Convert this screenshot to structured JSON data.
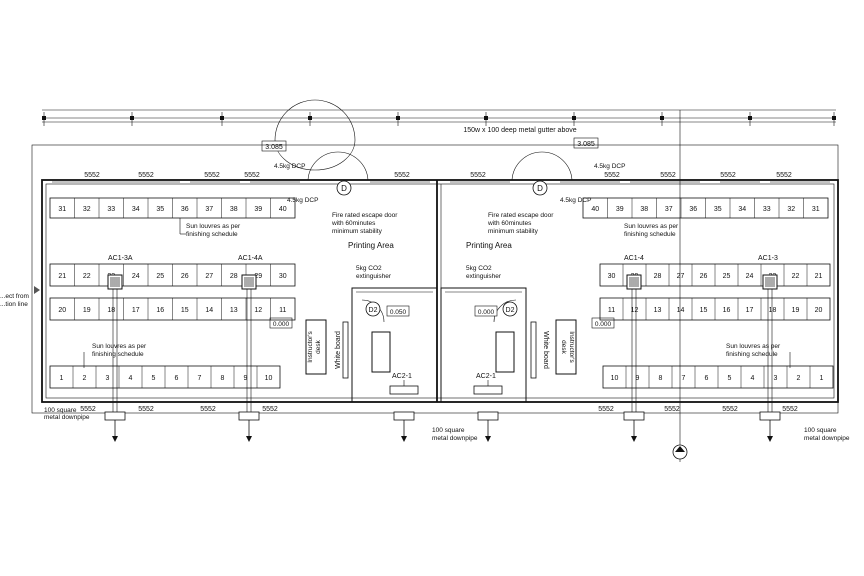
{
  "dims": {
    "left": "3.085",
    "right": "3.085"
  },
  "gutter_note": "150w x 100 deep metal gutter above",
  "window_code": "5552",
  "escape_door_left": "Fire rated escape door\nwith 60minutes\nminimum stability",
  "escape_door_right": "Fire rated escape door\nwith 60minutes\nminimum stability",
  "door_tag": "D",
  "door_tag_2": "D2",
  "dcp": "4.5kg\nDCP",
  "dcp_small": "4.5kg DCP",
  "room_name": "Printing Area",
  "co2_left": "5kg CO2\nextinguisher",
  "co2_right": "5kg CO2\nextinguisher",
  "whiteboard": "White board",
  "instructor_desk": "Instructor's\ndesk",
  "louvres_top_left": "Sun louvres as per\nfinishing schedule",
  "louvres_top_right": "Sun louvres as per\nfinishing schedule",
  "louvres_bottom_left": "Sun louvres as per\nfinishing schedule",
  "louvres_bottom_right": "Sun louvres as per\nfinishing schedule",
  "level_tag": "0.000",
  "level_tag_center": "0.050",
  "ac_left_a": "AC1-3A",
  "ac_left_b": "AC1-4A",
  "ac_right_a": "AC1-4",
  "ac_right_b": "AC1-3",
  "ac_center_left": "AC2-1",
  "ac_center_right": "AC2-1",
  "downpipe_left": "100 square\nmetal downpipe",
  "downpipe_center": "100 square\nmetal downpipe",
  "downpipe_right": "100 square\nmetal downpipe",
  "connection_note": "...ect from\n...tion line",
  "left_rows": {
    "top": [
      "31",
      "32",
      "33",
      "34",
      "35",
      "36",
      "37",
      "38",
      "39",
      "40"
    ],
    "mid_a": [
      "21",
      "22",
      "23",
      "24",
      "25",
      "26",
      "27",
      "28",
      "29",
      "30"
    ],
    "mid_b": [
      "20",
      "19",
      "18",
      "17",
      "16",
      "15",
      "14",
      "13",
      "12",
      "11"
    ],
    "bottom": [
      "1",
      "2",
      "3",
      "4",
      "5",
      "6",
      "7",
      "8",
      "9",
      "10"
    ]
  },
  "right_rows": {
    "top": [
      "40",
      "39",
      "38",
      "37",
      "36",
      "35",
      "34",
      "33",
      "32",
      "31"
    ],
    "mid_a": [
      "30",
      "29",
      "28",
      "27",
      "26",
      "25",
      "24",
      "23",
      "22",
      "21"
    ],
    "mid_b": [
      "11",
      "12",
      "13",
      "14",
      "15",
      "16",
      "17",
      "18",
      "19",
      "20"
    ],
    "bottom": [
      "10",
      "9",
      "8",
      "7",
      "6",
      "5",
      "4",
      "3",
      "2",
      "1"
    ]
  }
}
